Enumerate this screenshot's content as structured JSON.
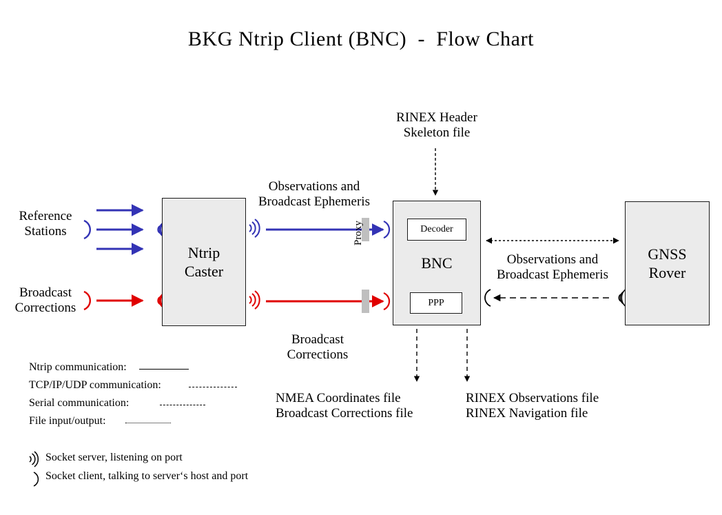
{
  "title": "BKG Ntrip Client (BNC)  -  Flow Chart",
  "nodes": {
    "caster": {
      "line1": "Ntrip",
      "line2": "Caster"
    },
    "bnc": {
      "label": "BNC",
      "decoder": "Decoder",
      "ppp": "PPP"
    },
    "rover": {
      "line1": "GNSS",
      "line2": "Rover"
    }
  },
  "labels": {
    "reference_stations": "Reference\nStations",
    "broadcast_corrections_left": "Broadcast\nCorrections",
    "observations_ephemeris_left": "Observations and\nBroadcast Ephemeris",
    "broadcast_corrections_mid": "Broadcast\nCorrections",
    "rinex_header_skeleton": "RINEX Header\nSkeleton file",
    "observations_ephemeris_right": "Observations and\nBroadcast Ephemeris",
    "nmea_output_files": "NMEA Coordinates file\nBroadcast Corrections file",
    "rinex_output_files": "RINEX Observations file\nRINEX Navigation file",
    "proxy": "Proxy"
  },
  "legend": {
    "rows": [
      {
        "text": "Ntrip communication:",
        "style": "solid"
      },
      {
        "text": "TCP/IP/UDP communication:",
        "style": "long-dash"
      },
      {
        "text": "Serial communication:",
        "style": "dash-dot"
      },
      {
        "text": "File input/output:",
        "style": "dotted"
      }
    ]
  },
  "socket_legend": {
    "rows": [
      {
        "glyph": "socket-server-icon",
        "text": "Socket server, listening on port"
      },
      {
        "glyph": "socket-client-icon",
        "text": "Socket client, talking to server‘s host and port"
      }
    ]
  },
  "colors": {
    "ntrip_blue": "#3333B5",
    "correction_red": "#E00000",
    "box_fill": "#EBEBEB",
    "box_stroke": "#1A1A1A",
    "proxy_bar": "#BFBFBF",
    "text": "#000000"
  }
}
